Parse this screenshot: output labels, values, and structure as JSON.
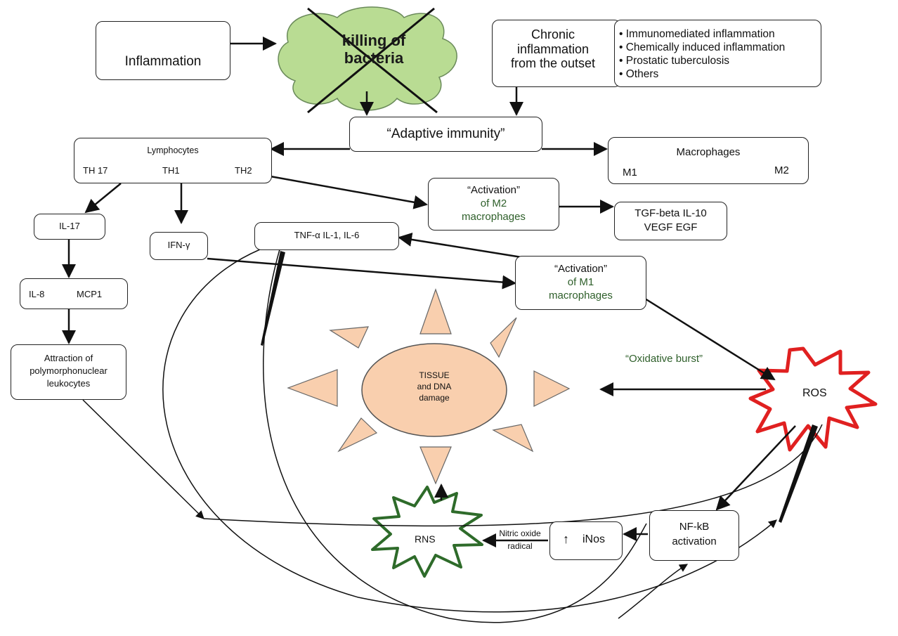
{
  "nodes": {
    "inflammation": "Inflammation",
    "killing": [
      "killing of",
      "bacteria"
    ],
    "chronic": [
      "Chronic",
      "inflammation",
      "from the outset"
    ],
    "causes": [
      "• Immunomediated inflammation",
      "• Chemically induced inflammation",
      "• Prostatic tuberculosis",
      "• Others"
    ],
    "adaptive": "“Adaptive immunity”",
    "lymphocytes": {
      "title": "Lymphocytes",
      "th17": "TH 17",
      "th1": "TH1",
      "th2": "TH2"
    },
    "macrophages": {
      "title": "Macrophages",
      "m1": "M1",
      "m2": "M2"
    },
    "act_m2": {
      "line1": "“Activation”",
      "line2": "of M2",
      "line3": "macrophages"
    },
    "tgf": [
      "TGF-beta IL-10",
      "VEGF EGF"
    ],
    "il17": "IL-17",
    "ifn": "IFN-γ",
    "tnf": "TNF-α IL-1, IL-6",
    "act_m1": {
      "line1": "“Activation”",
      "line2": "of M1",
      "line3": "macrophages"
    },
    "il8": "IL-8",
    "mcp1": "MCP1",
    "attraction": [
      "Attraction of",
      "polymorphonuclear",
      "leukocytes"
    ],
    "tissue": [
      "TISSUE",
      "and DNA",
      "damage"
    ],
    "oxidative": "“Oxidative burst”",
    "ros": "ROS",
    "rns": "RNS",
    "nitric": [
      "Nitric oxide",
      "radical"
    ],
    "inos": {
      "arrow": "↑",
      "label": "iNos"
    },
    "nfkb": [
      "NF-kB",
      "activation"
    ]
  },
  "colors": {
    "cloud": "#b9dc93",
    "sun": "#f9cfae",
    "ros_border": "#e02020",
    "rns_border": "#2e6b2a",
    "green_text": "#2e5f2a"
  }
}
